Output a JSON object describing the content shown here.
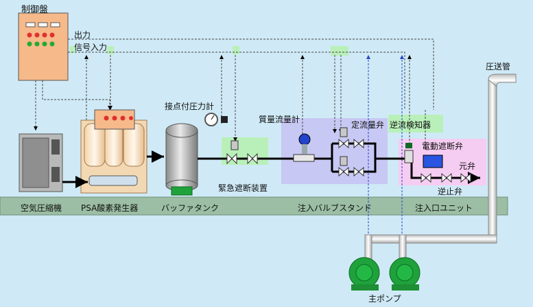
{
  "title": "",
  "labels": {
    "control_panel": "制御盤",
    "output": "出力",
    "signal_input": "信号入力",
    "pressure_gauge": "接点付圧力計",
    "mass_flow_meter": "質量流量計",
    "flow_control_valve": "定流量弁",
    "backflow_detector": "逆流検知器",
    "motor_shutoff_valve": "電動遮断弁",
    "main_valve": "元弁",
    "check_valve": "逆止弁",
    "emergency_shutoff": "緊急遮断装置",
    "pressure_pipe": "圧送管",
    "main_pump": "主ポンプ"
  },
  "base_labels": {
    "air_compressor": "空気圧縮機",
    "psa_generator": "PSA酸素発生器",
    "buffer_tank": "バッファタンク",
    "valve_stand": "注入バルブスタンド",
    "inlet_unit": "注入口ユニット"
  },
  "colors": {
    "background": "#cfeaf6",
    "base": "#9bbea4",
    "valve_stand_zone": "#c8c8f4",
    "inlet_zone": "#f6cdf2",
    "highlight_zone": "#b9f0b9",
    "panel": "#f6b98a",
    "pump": "#1fa23b",
    "pipe": "#000000"
  }
}
